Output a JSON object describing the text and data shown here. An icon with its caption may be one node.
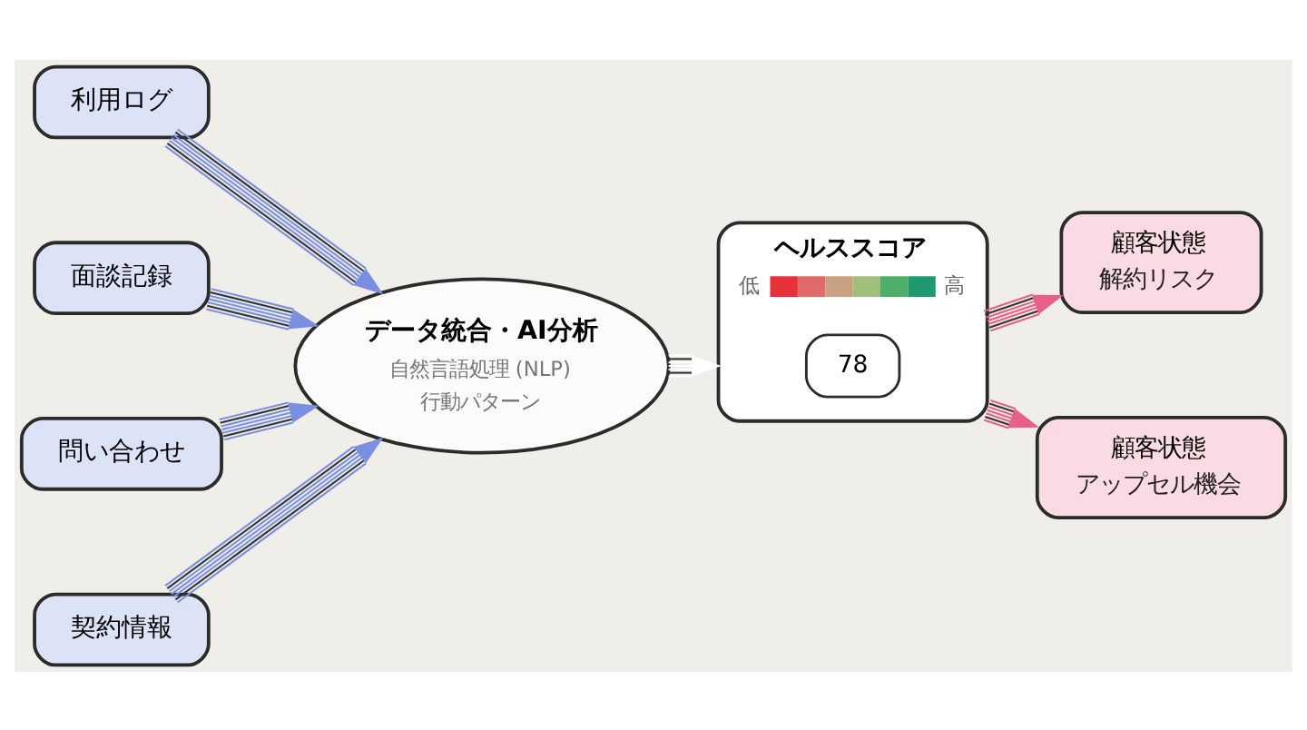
{
  "diagram": {
    "nodes": [
      {
        "text": [
          "利用ログ"
        ]
      },
      {
        "text": [
          "面談記録"
        ]
      },
      {
        "text": [
          "問い合わせ"
        ]
      },
      {
        "text": [
          "契約情報"
        ]
      },
      {
        "text": [
          "データ統合・AI分析",
          "自然言語処理 (NLP)",
          "行動パターン"
        ]
      },
      {
        "text": [
          "ヘルススコア",
          "低",
          "高"
        ]
      },
      {
        "text": [
          "78"
        ],
        "in": 5
      },
      {
        "text": [
          "顧客状態",
          "解約リスク"
        ]
      },
      {
        "text": [
          "顧客状態",
          "アップセル機会"
        ]
      }
    ],
    "edges": [
      {
        "from": 0,
        "to": 4,
        "arrow": "to"
      },
      {
        "from": 1,
        "to": 4,
        "arrow": "to"
      },
      {
        "from": 2,
        "to": 4,
        "arrow": "to"
      },
      {
        "from": 3,
        "to": 4,
        "arrow": "to"
      },
      {
        "from": 4,
        "to": 5,
        "arrow": "to",
        "color": "#ffffff"
      },
      {
        "from": 5,
        "to": 7,
        "arrow": "to",
        "color": "#e8608a"
      },
      {
        "from": 5,
        "to": 8,
        "arrow": "to",
        "color": "#e8608a"
      }
    ]
  }
}
